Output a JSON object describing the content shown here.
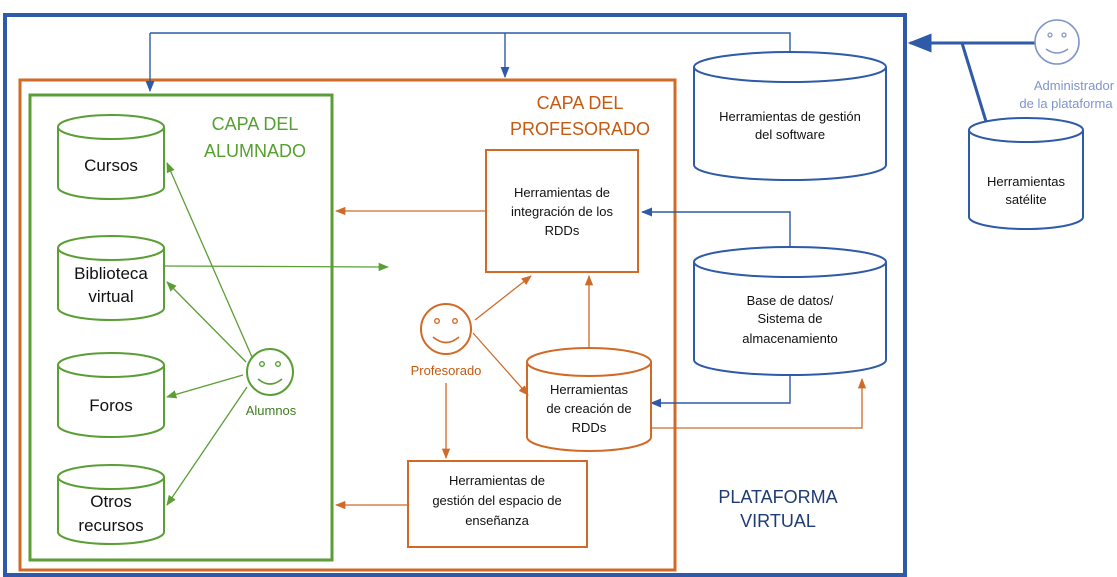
{
  "colors": {
    "platform": "#2e5aa8",
    "student": "#5a9e35",
    "teacher": "#d06a26",
    "admin_text": "#7f95c8",
    "text": "#111111"
  },
  "platform": {
    "label_line1": "PLATAFORMA",
    "label_line2": "VIRTUAL"
  },
  "admin": {
    "label_line1": "Administrador",
    "label_line2": "de la plataforma"
  },
  "satellite_tools": {
    "line1": "Herramientas",
    "line2": "satélite"
  },
  "software_tools": {
    "line1": "Herramientas de gestión",
    "line2": "del software"
  },
  "database": {
    "line1": "Base de datos/",
    "line2": "Sistema de",
    "line3": "almacenamiento"
  },
  "student_layer": {
    "title_line1": "CAPA DEL",
    "title_line2": "ALUMNADO",
    "actor_label": "Alumnos",
    "stores": [
      {
        "line1": "Cursos",
        "line2": ""
      },
      {
        "line1": "Biblioteca",
        "line2": "virtual"
      },
      {
        "line1": "Foros",
        "line2": ""
      },
      {
        "line1": "Otros",
        "line2": "recursos"
      }
    ]
  },
  "teacher_layer": {
    "title_line1": "CAPA DEL",
    "title_line2": "PROFESORADO",
    "actor_label": "Profesorado",
    "integration_tools": {
      "line1": "Herramientas de",
      "line2": "integración de los",
      "line3": "RDDs"
    },
    "creation_tools": {
      "line1": "Herramientas",
      "line2": "de creación de",
      "line3": "RDDs"
    },
    "space_management_tools": {
      "line1": "Herramientas de",
      "line2": "gestión del espacio de",
      "line3": "enseñanza"
    }
  }
}
